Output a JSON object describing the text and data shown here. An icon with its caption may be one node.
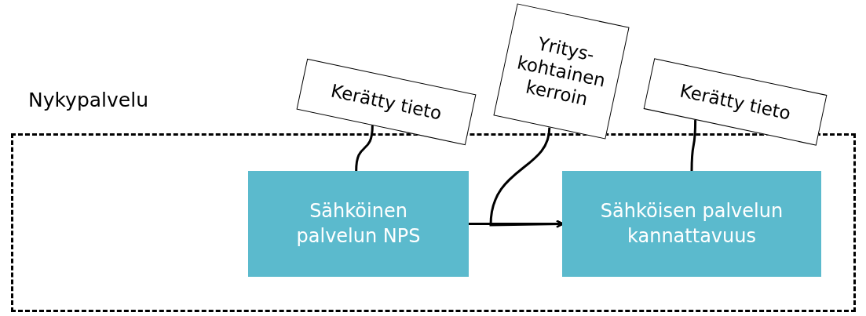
{
  "diagram": {
    "nodes": [
      {
        "text": [
          "Nykypalvelu"
        ]
      },
      {
        "text": [
          "Sähköinen palvelun NPS"
        ],
        "in": 0
      },
      {
        "text": [
          "Sähköisen palvelun kannattavuus"
        ],
        "in": 0
      },
      {
        "text": [
          "Kerätty tieto"
        ]
      },
      {
        "text": [
          "Yritys-kohtainen kerroin"
        ]
      },
      {
        "text": [
          "Kerätty tieto"
        ]
      }
    ],
    "edges": [
      {
        "from": 1,
        "to": 2,
        "arrow": "to"
      },
      {
        "from": 3,
        "to": 1,
        "arrow": "none"
      },
      {
        "from": 4,
        "to": 2,
        "arrow": "to"
      },
      {
        "from": 5,
        "to": 2,
        "arrow": "none"
      }
    ]
  }
}
